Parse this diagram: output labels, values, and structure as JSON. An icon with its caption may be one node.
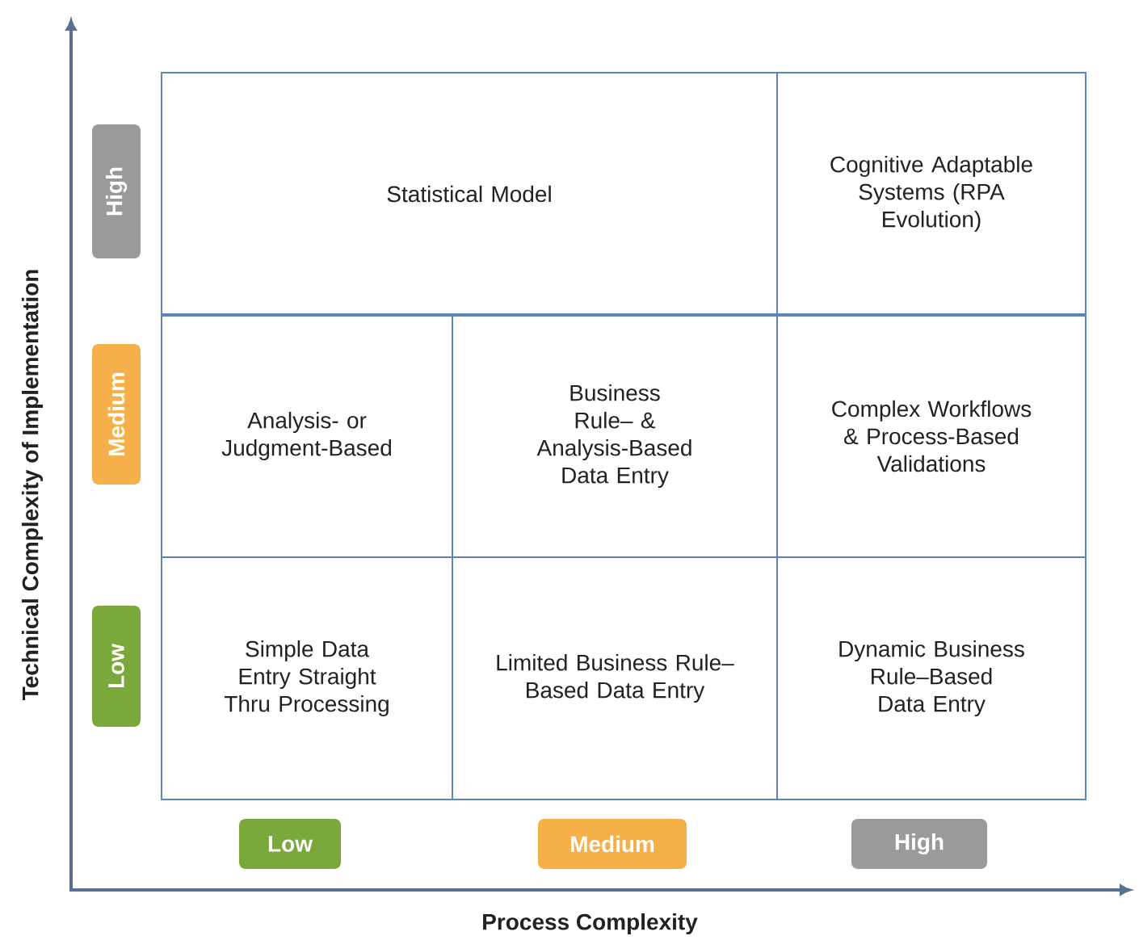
{
  "diagram": {
    "nodes": [
      {
        "text": [
          "High"
        ]
      },
      {
        "text": [
          "Statistical Model"
        ]
      },
      {
        "text": [
          "Cognitive Adaptable Systems (RPA Evolution)"
        ]
      },
      {
        "text": [
          "Medium"
        ]
      },
      {
        "text": [
          "Analysis- or Judgment-Based"
        ]
      },
      {
        "text": [
          "Business Rule– & Analysis-Based Data Entry"
        ]
      },
      {
        "text": [
          "Complex Workflows & Process-Based Validations"
        ]
      },
      {
        "text": [
          "Low"
        ]
      },
      {
        "text": [
          "Simple Data Entry Straight Thru Processing"
        ]
      },
      {
        "text": [
          "Limited Business Rule–Based Data Entry"
        ]
      },
      {
        "text": [
          "Dynamic Business Rule–Based Data Entry"
        ]
      },
      {
        "text": [
          "Low"
        ]
      },
      {
        "text": [
          "Medium"
        ]
      },
      {
        "text": [
          "High"
        ]
      }
    ],
    "labels": [
      "Technical Complexity of Implementation",
      "Process Complexity"
    ]
  }
}
